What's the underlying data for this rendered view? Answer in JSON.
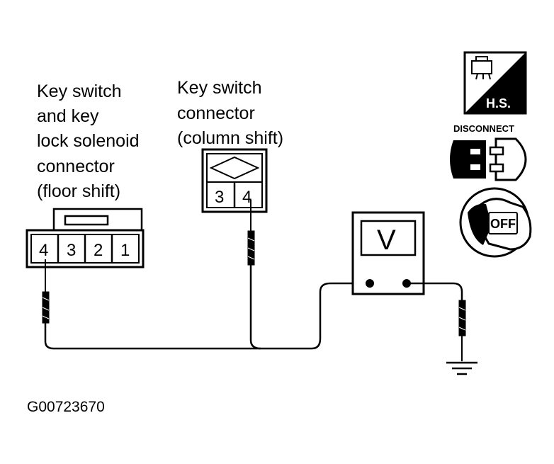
{
  "labels": {
    "floor_connector": [
      "Key switch",
      "and key",
      "lock solenoid",
      "connector",
      "(floor shift)"
    ],
    "column_connector": [
      "Key switch",
      "connector",
      "(column shift)"
    ]
  },
  "floor_pins": [
    "4",
    "3",
    "2",
    "1"
  ],
  "column_pins": [
    "3",
    "4"
  ],
  "meter_symbol": "V",
  "icons": {
    "hs_text": "H.S.",
    "disconnect_text": "DISCONNECT",
    "off_text": "OFF"
  },
  "figure_code": "G00723670"
}
